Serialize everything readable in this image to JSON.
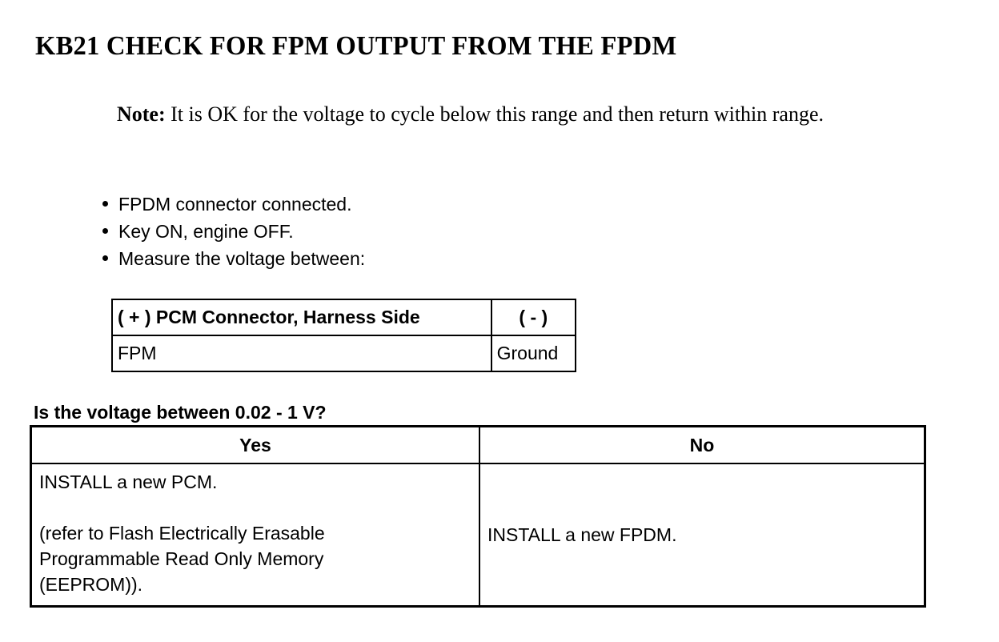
{
  "document": {
    "title": "KB21 CHECK FOR FPM OUTPUT FROM THE FPDM",
    "note": {
      "label": "Note:",
      "text": "It is OK for the voltage to cycle below this range and then return within range."
    },
    "bullets": [
      "FPDM connector connected.",
      "Key ON, engine OFF.",
      "Measure the voltage between:"
    ],
    "measure_table": {
      "headers": [
        "( + ) PCM Connector, Harness Side",
        "( - )"
      ],
      "rows": [
        [
          "FPM",
          "Ground"
        ]
      ]
    },
    "question": "Is the voltage between 0.02 - 1 V?",
    "decision_table": {
      "headers": [
        "Yes",
        "No"
      ],
      "yes_cell": {
        "line1": "INSTALL a new PCM.",
        "line2": "(refer to Flash Electrically Erasable",
        "line3": "Programmable Read Only Memory",
        "line4": "(EEPROM))."
      },
      "no_cell": {
        "line1": "INSTALL a new FPDM."
      }
    }
  },
  "colors": {
    "text": "#000000",
    "background": "#ffffff",
    "border": "#000000"
  }
}
